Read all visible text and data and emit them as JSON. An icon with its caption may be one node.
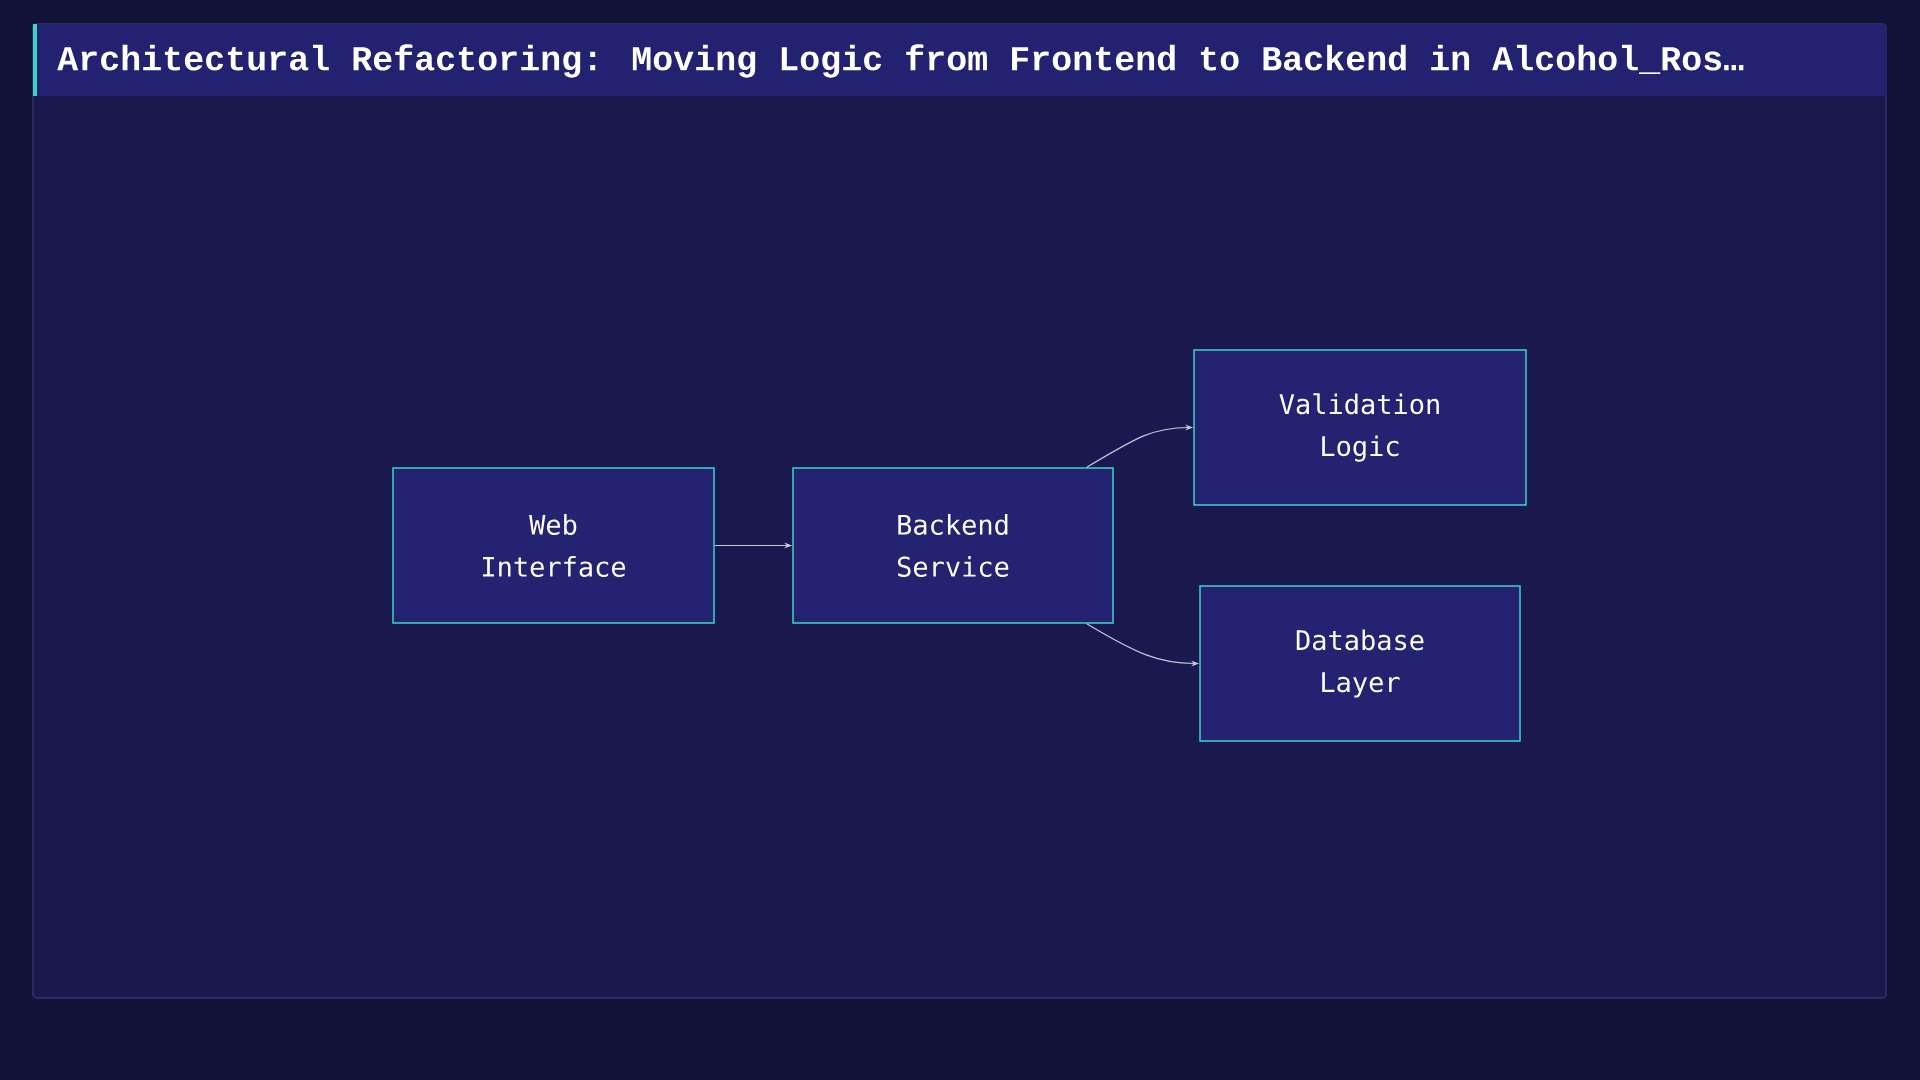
{
  "diagram": {
    "title": "Architectural Refactoring: Moving Logic from Frontend to Backend in Alcohol_Ros…",
    "nodes": [
      {
        "text": [
          "Web Interface"
        ]
      },
      {
        "text": [
          "Backend Service"
        ]
      },
      {
        "text": [
          "Validation Logic"
        ]
      },
      {
        "text": [
          "Database Layer"
        ]
      }
    ],
    "edges": [
      {
        "from": 0,
        "to": 1,
        "arrow": "to"
      },
      {
        "from": 1,
        "to": 2,
        "arrow": "to"
      },
      {
        "from": 1,
        "to": 3,
        "arrow": "to"
      }
    ]
  }
}
